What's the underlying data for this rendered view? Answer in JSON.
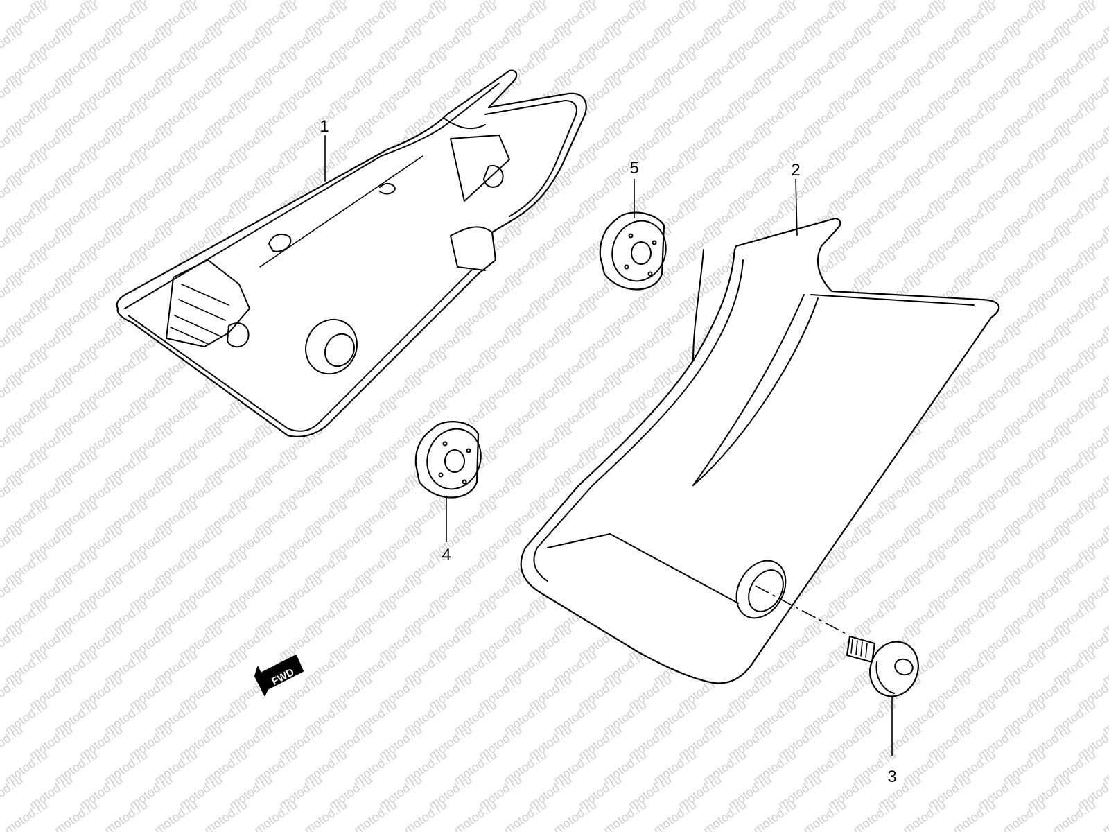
{
  "watermark": {
    "text": "motod.ru",
    "color": "#cfcfcf"
  },
  "callouts": [
    {
      "id": "1",
      "label": "1"
    },
    {
      "id": "2",
      "label": "2"
    },
    {
      "id": "3",
      "label": "3"
    },
    {
      "id": "4",
      "label": "4"
    },
    {
      "id": "5",
      "label": "5"
    }
  ],
  "direction_indicator": {
    "label": "FWD",
    "icon": "arrow-left-icon"
  },
  "line_color": "#000000"
}
